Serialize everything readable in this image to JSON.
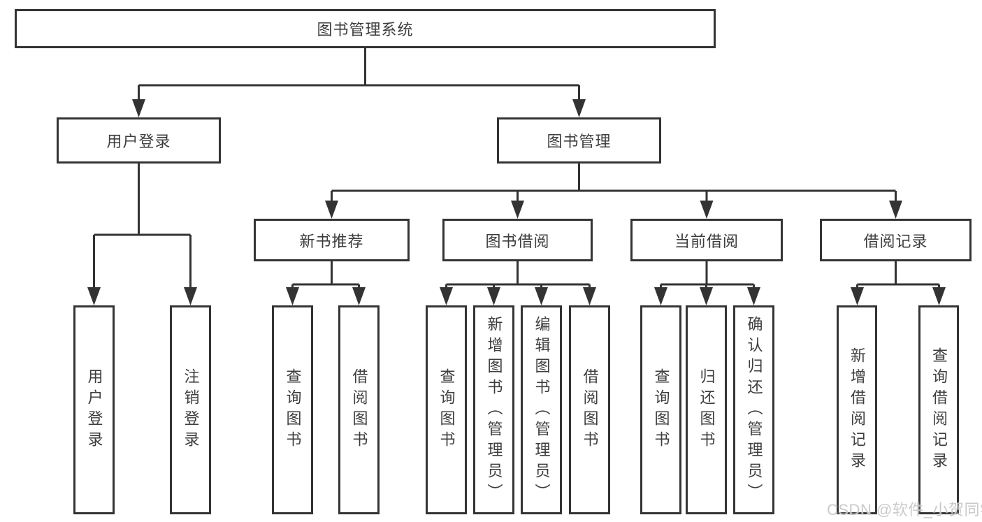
{
  "diagram_title_node": "图书管理系统",
  "level2": {
    "user_login": "用户登录",
    "book_management": "图书管理"
  },
  "user_login_children": {
    "login": "用户登录",
    "logout": "注销登录"
  },
  "book_management_groups": {
    "new_book": {
      "label": "新书推荐",
      "children": {
        "query": "查询图书",
        "borrow": "借阅图书"
      }
    },
    "borrowing": {
      "label": "图书借阅",
      "children": {
        "query": "查询图书",
        "add": "新增图书（管理员）",
        "edit": "编辑图书（管理员）",
        "borrow": "借阅图书"
      }
    },
    "current": {
      "label": "当前借阅",
      "children": {
        "query": "查询图书",
        "return": "归还图书",
        "confirm": "确认归还（管理员）"
      }
    },
    "records": {
      "label": "借阅记录",
      "children": {
        "add": "新增借阅记录",
        "query": "查询借阅记录"
      }
    }
  },
  "watermark": {
    "text": "CSDN @软件_小贺同学"
  },
  "colors": {
    "line": "#333333",
    "box_border": "#343434",
    "text": "#3d3d3d",
    "watermark": "#c6c6c6",
    "background": "#ffffff"
  }
}
